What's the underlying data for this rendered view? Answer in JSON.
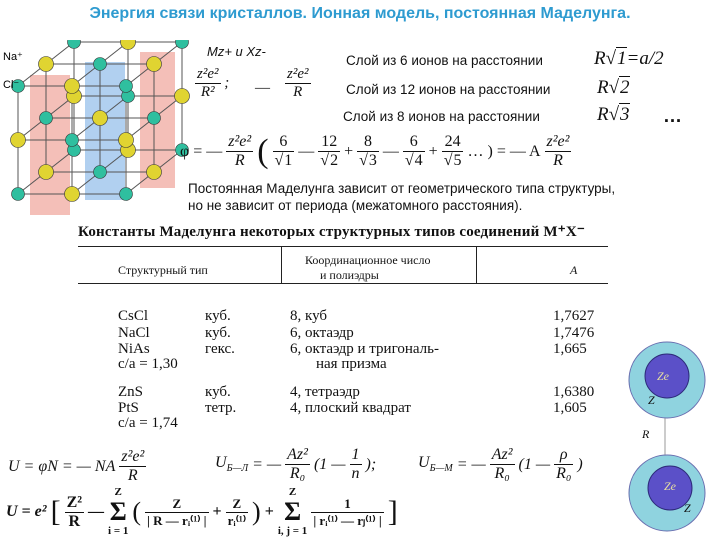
{
  "title": "Энергия связи кристаллов. Ионная модель, постоянная Маделунга.",
  "ions": {
    "na": "Na⁺",
    "cl": "Cl⁻"
  },
  "ions_formula": "Mz+ и Xz-",
  "coulomb": {
    "z2e2": "z²e²",
    "r2": "R²",
    "r": "R",
    "semicolon": ";",
    "dash": "—"
  },
  "layers": [
    {
      "text": "Слой из 6 ионов на расстоянии",
      "expr_lhs": "R",
      "root": "1",
      "expr_rhs": "=a/2"
    },
    {
      "text": "Слой из 12 ионов на расстоянии",
      "expr_lhs": "R",
      "root": "2",
      "expr_rhs": ""
    },
    {
      "text": "Слой из 8 ионов на расстоянии",
      "expr_lhs": "R",
      "root": "3",
      "expr_rhs": ""
    }
  ],
  "ellipsis": "…",
  "phi": {
    "lhs": "φ = —",
    "z2e2": "z²e²",
    "r": "R",
    "terms": [
      {
        "sign": "",
        "num": "6",
        "root": "1"
      },
      {
        "sign": "—",
        "num": "12",
        "root": "2"
      },
      {
        "sign": "+",
        "num": "8",
        "root": "3"
      },
      {
        "sign": "—",
        "num": "6",
        "root": "4"
      },
      {
        "sign": "+",
        "num": "24",
        "root": "5"
      }
    ],
    "tail": "… ) = — A",
    "rhs_z2e2": "z²e²",
    "rhs_r": "R"
  },
  "statement": [
    "Постоянная Маделунга зависит от геометрического типа структуры,",
    "но не зависит от периода (межатомного расстояния)."
  ],
  "table": {
    "title": "Константы Маделунга некоторых структурных типов соединений M⁺X⁻",
    "headers": {
      "type": "Структурный тип",
      "coord_1": "Координационное число",
      "coord_2": "и полиэдры",
      "a": "A"
    },
    "rows": [
      {
        "formula": "CsCl",
        "system": "куб.",
        "coord": "8, куб",
        "a": "1,7627"
      },
      {
        "formula": "NaCl",
        "system": "куб.",
        "coord": "6, октаэдр",
        "a": "1,7476"
      },
      {
        "formula": "NiAs",
        "system": "гекс.",
        "coord": "6, октаэдр и тригональ-",
        "a": "1,665"
      },
      {
        "formula": "c/a = 1,30",
        "system": "",
        "coord": "ная призма",
        "a": ""
      },
      {
        "formula": "ZnS",
        "system": "куб.",
        "coord": "4, тетраэдр",
        "a": "1,6380"
      },
      {
        "formula": "PtS",
        "system": "тетр.",
        "coord": "4, плоский квадрат",
        "a": "1,605"
      },
      {
        "formula": "c/a = 1,74",
        "system": "",
        "coord": "",
        "a": ""
      }
    ]
  },
  "energy": {
    "u1_lhs": "U = φN = — NA",
    "u1_num": "z²e²",
    "u1_den": "R",
    "ubl_lhs": "U",
    "ubl_sub": "Б—Л",
    "ubl_eq": "= —",
    "az2": "Az²",
    "r0": "R₀",
    "ubl_par_open": "(1 —",
    "ubl_num": "1",
    "ubl_den": "n",
    "ubl_par_close": ");",
    "ubm_lhs": "U",
    "ubm_sub": "Б—М",
    "ubm_eq": "= —",
    "ubm_par_open": "(1 —",
    "ubm_num": "ρ",
    "ubm_den": "R₀",
    "ubm_par_close": ")"
  },
  "full": {
    "lhs": "U = e²",
    "bracket_open": "[",
    "z2": "Z²",
    "r": "R",
    "minus": "—",
    "sum1_sup": "Z",
    "sum1_sub": "i = 1",
    "sigma": "Σ",
    "t1_num": "Z",
    "t1_den": "| R — rᵢ⁽¹⁾ |",
    "plus": "+",
    "t2_num": "Z",
    "t2_den": "rᵢ⁽¹⁾",
    "plus2": "+",
    "sum2_sup": "Z",
    "sum2_sub": "i, j = 1",
    "t3_num": "1",
    "t3_den": "| rᵢ⁽¹⁾ — rⱼ⁽¹⁾ |",
    "bracket_close": "]"
  },
  "atoms": {
    "ze_top": "Ze",
    "z_top": "Z",
    "r_label": "R",
    "ze_bottom": "Ze",
    "z_bottom": "Z"
  },
  "colors": {
    "title": "#2e9bd0",
    "na": "#2fbf9f",
    "cl": "#e0d431",
    "plane_red": "#f3b8b0",
    "plane_blue": "#a9cbee",
    "shell": "#8fd3df",
    "core": "#5b50c8"
  }
}
